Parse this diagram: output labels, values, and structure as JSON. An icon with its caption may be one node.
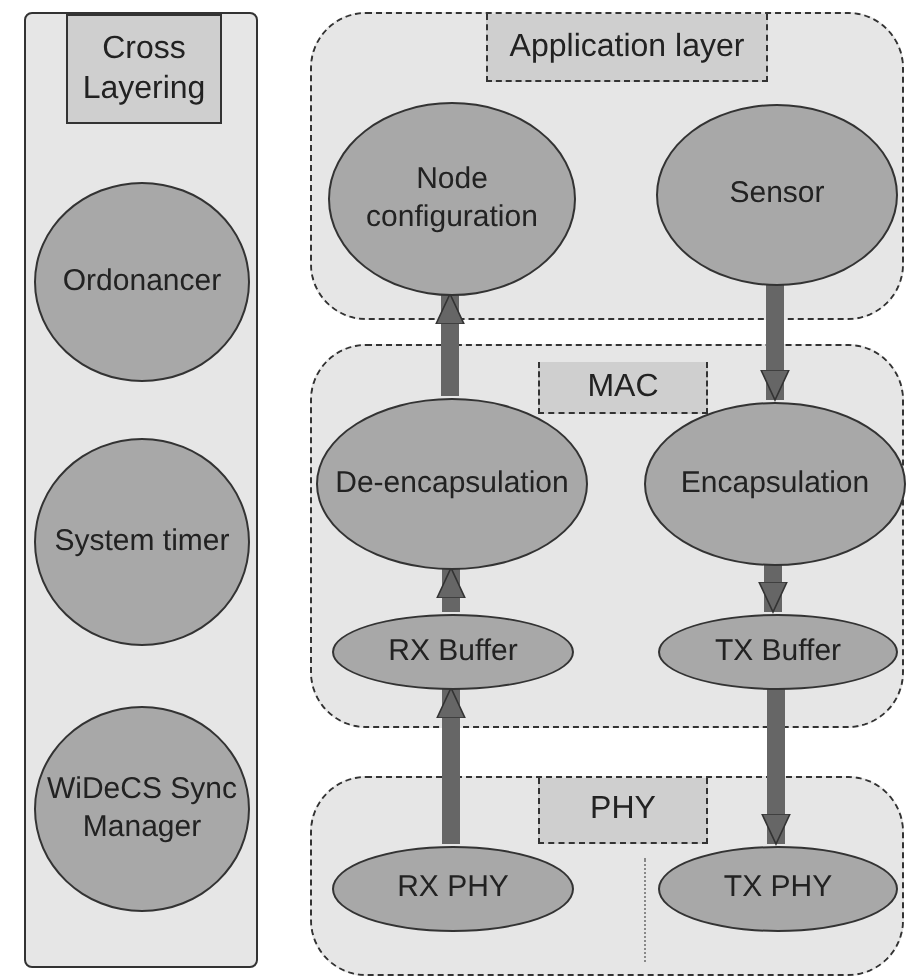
{
  "diagram": {
    "nodes": [
      {
        "text": [
          "Cross Layering"
        ]
      },
      {
        "text": [
          "Ordonancer"
        ],
        "in": 0
      },
      {
        "text": [
          "System timer"
        ],
        "in": 0
      },
      {
        "text": [
          "WiDeCS Sync Manager"
        ],
        "in": 0
      },
      {
        "text": [
          "Application layer"
        ]
      },
      {
        "text": [
          "Node configuration"
        ],
        "in": 4
      },
      {
        "text": [
          "Sensor"
        ],
        "in": 4
      },
      {
        "text": [
          "MAC"
        ]
      },
      {
        "text": [
          "De-encapsulation"
        ],
        "in": 7
      },
      {
        "text": [
          "Encapsulation"
        ],
        "in": 7
      },
      {
        "text": [
          "RX Buffer"
        ],
        "in": 7
      },
      {
        "text": [
          "TX Buffer"
        ],
        "in": 7
      },
      {
        "text": [
          "PHY"
        ]
      },
      {
        "text": [
          "RX PHY"
        ],
        "in": 12
      },
      {
        "text": [
          "TX PHY"
        ],
        "in": 12
      }
    ],
    "edges": [
      {
        "from": 8,
        "to": 5,
        "arrow": "to"
      },
      {
        "from": 6,
        "to": 9,
        "arrow": "to"
      },
      {
        "from": 10,
        "to": 8,
        "arrow": "to"
      },
      {
        "from": 9,
        "to": 11,
        "arrow": "to"
      },
      {
        "from": 13,
        "to": 10,
        "arrow": "to"
      },
      {
        "from": 11,
        "to": 14,
        "arrow": "to"
      }
    ]
  }
}
